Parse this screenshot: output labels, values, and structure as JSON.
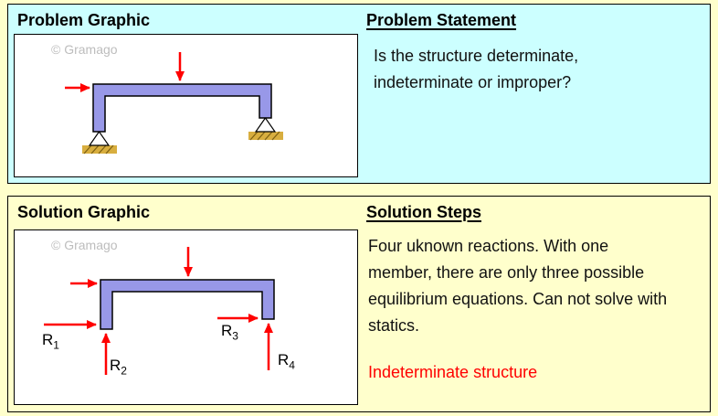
{
  "problem_panel": {
    "graphic_heading": "Problem Graphic",
    "watermark": "© Gramago",
    "statement_heading": "Problem Statement",
    "statement_text": "Is the structure determinate, indeterminate or improper?"
  },
  "solution_panel": {
    "graphic_heading": "Solution Graphic",
    "watermark": "© Gramago",
    "steps_heading": "Solution Steps",
    "steps_text": "Four uknown reactions. With one member, there are only three possible equilibrium equations. Can not solve with statics.",
    "result_text": "Indeterminate structure",
    "reactions": [
      {
        "base": "R",
        "sub": "1"
      },
      {
        "base": "R",
        "sub": "2"
      },
      {
        "base": "R",
        "sub": "3"
      },
      {
        "base": "R",
        "sub": "4"
      }
    ]
  },
  "colors": {
    "problem_panel_bg": "#ccffff",
    "solution_panel_bg": "#ffffcc",
    "member_fill": "#9898e8",
    "support_ground_fill": "#d8ae3f",
    "load_arrow": "#ff0000",
    "result_text": "#ff0000",
    "watermark": "#bdbdbd"
  }
}
